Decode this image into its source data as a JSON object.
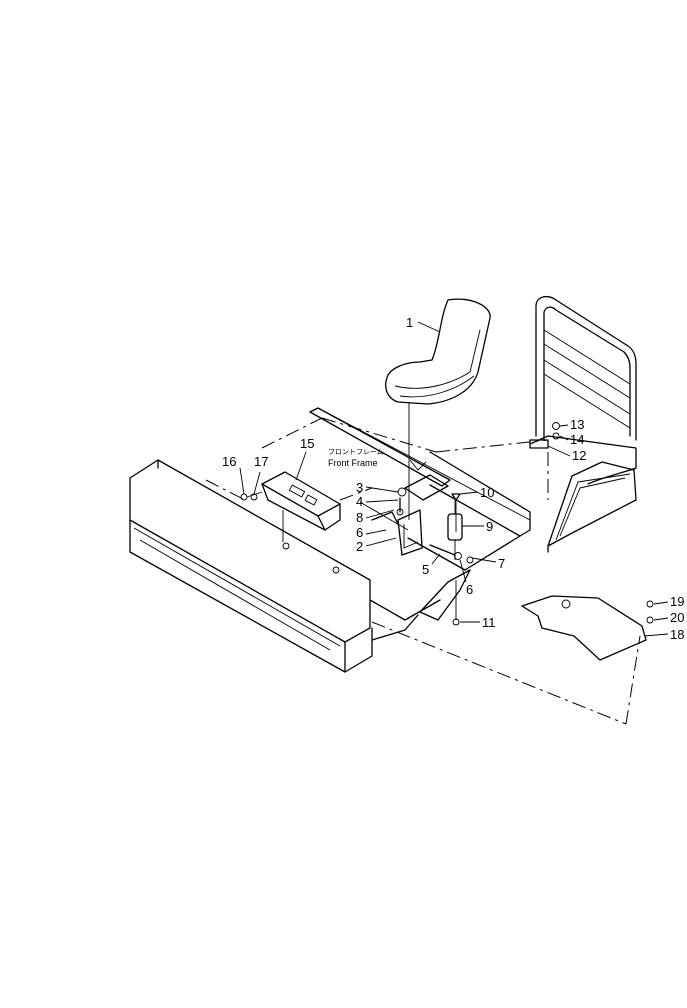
{
  "frame_label": {
    "japanese": "フロントフレーム",
    "english": "Front Frame"
  },
  "callouts": [
    {
      "id": "1",
      "text": "1"
    },
    {
      "id": "2",
      "text": "2"
    },
    {
      "id": "3",
      "text": "3"
    },
    {
      "id": "4",
      "text": "4"
    },
    {
      "id": "5",
      "text": "5"
    },
    {
      "id": "6a",
      "text": "6"
    },
    {
      "id": "6b",
      "text": "6"
    },
    {
      "id": "7",
      "text": "7"
    },
    {
      "id": "8",
      "text": "8"
    },
    {
      "id": "9",
      "text": "9"
    },
    {
      "id": "10",
      "text": "10"
    },
    {
      "id": "11",
      "text": "11"
    },
    {
      "id": "12",
      "text": "12"
    },
    {
      "id": "13",
      "text": "13"
    },
    {
      "id": "14",
      "text": "14"
    },
    {
      "id": "15",
      "text": "15"
    },
    {
      "id": "16",
      "text": "16"
    },
    {
      "id": "17",
      "text": "17"
    },
    {
      "id": "18",
      "text": "18"
    },
    {
      "id": "19",
      "text": "19"
    },
    {
      "id": "20",
      "text": "20"
    }
  ]
}
